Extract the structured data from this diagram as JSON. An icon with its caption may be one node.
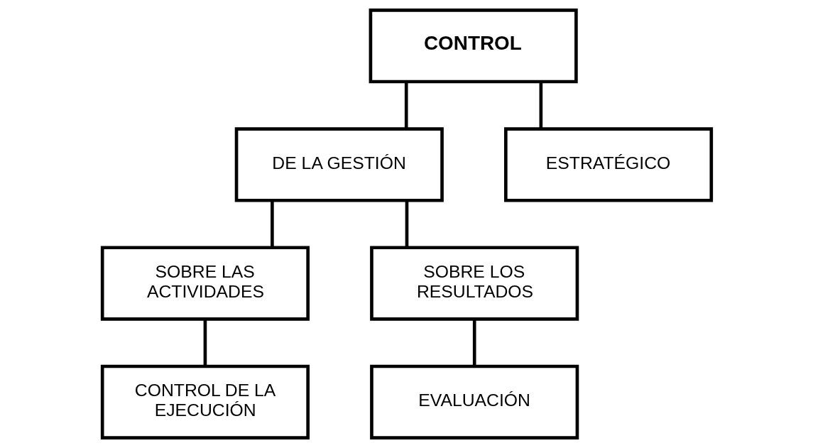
{
  "diagram": {
    "nodes": [
      {
        "text": [
          "CONTROL"
        ]
      },
      {
        "text": [
          "DE LA GESTIÓN"
        ]
      },
      {
        "text": [
          "ESTRATÉGICO"
        ]
      },
      {
        "text": [
          "SOBRE LAS ACTIVIDADES"
        ]
      },
      {
        "text": [
          "SOBRE LOS RESULTADOS"
        ]
      },
      {
        "text": [
          "CONTROL DE LA EJECUCIÓN"
        ]
      },
      {
        "text": [
          "EVALUACIÓN"
        ]
      }
    ],
    "edges": [
      {
        "from": 0,
        "to": 1,
        "arrow": "none"
      },
      {
        "from": 0,
        "to": 2,
        "arrow": "none"
      },
      {
        "from": 1,
        "to": 3,
        "arrow": "none"
      },
      {
        "from": 1,
        "to": 4,
        "arrow": "none"
      },
      {
        "from": 3,
        "to": 5,
        "arrow": "none"
      },
      {
        "from": 4,
        "to": 6,
        "arrow": "none"
      }
    ]
  }
}
